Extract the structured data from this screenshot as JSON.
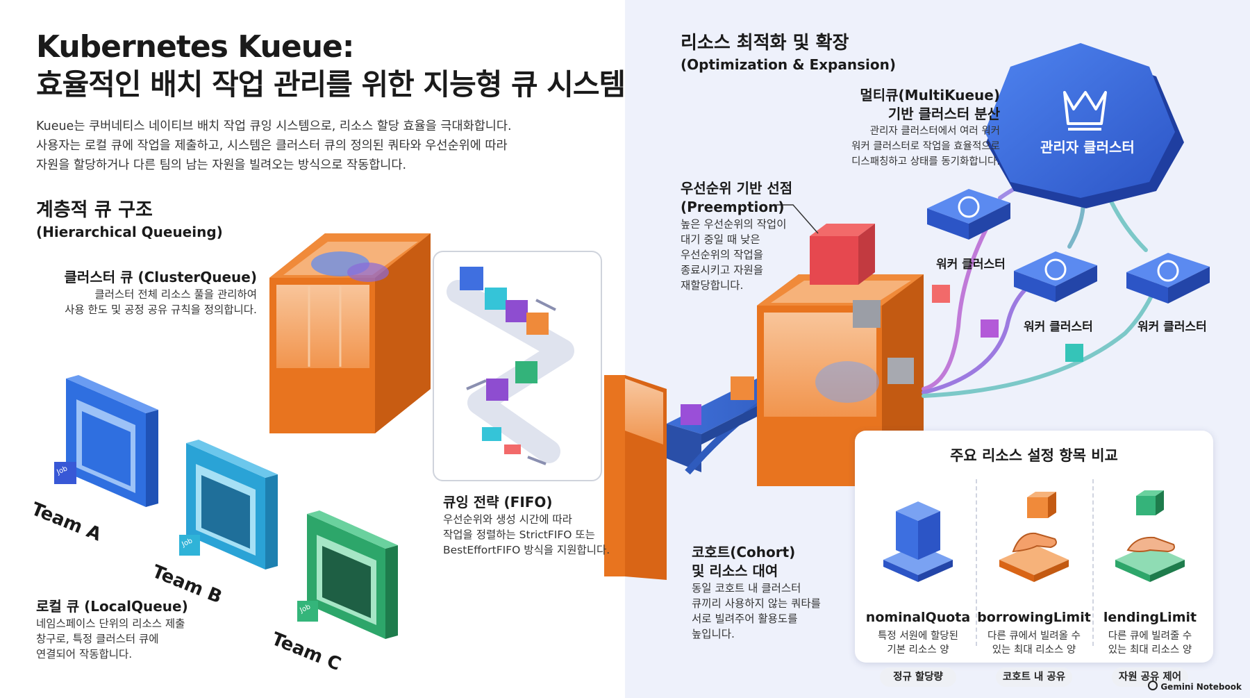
{
  "title": {
    "line1": "Kubernetes Kueue:",
    "line2": "효율적인 배치 작업 관리를 위한 지능형 큐 시스템"
  },
  "intro": {
    "line1": "Kueue는 쿠버네티스 네이티브 배치 작업 큐잉 시스템으로, 리소스 할당 효율을 극대화합니다.",
    "line2": "사용자는 로컬 큐에 작업을 제출하고, 시스템은 클러스터 큐의 정의된 쿼타와 우선순위에 따라",
    "line3": "자원을 할당하거나 다른 팀의 남는 자원을 빌려오는 방식으로 작동합니다."
  },
  "hierarchical": {
    "title": "계층적 큐 구조",
    "subtitle": "(Hierarchical Queueing)"
  },
  "cluster_queue": {
    "title": "클러스터 큐 (ClusterQueue)",
    "line1": "클러스터 전체 리소스 풀을 관리하여",
    "line2": "사용 한도 및 공정 공유 규칙을 정의합니다."
  },
  "teams": {
    "job_label": "Job",
    "a": "Team A",
    "b": "Team B",
    "c": "Team C"
  },
  "local_queue": {
    "title": "로컬 큐 (LocalQueue)",
    "line1": "네임스페이스 단위의 리소스 제출",
    "line2": "창구로, 특정 클러스터 큐에",
    "line3": "연결되어 작동합니다."
  },
  "fifo": {
    "title": "큐잉 전략 (FIFO)",
    "line1": "우선순위와 생성 시간에 따라",
    "line2": "작업을 정렬하는 StrictFIFO 또는",
    "line3": "BestEffortFIFO 방식을 지원합니다."
  },
  "optimization": {
    "title": "리소스 최적화 및 확장",
    "subtitle": "(Optimization & Expansion)"
  },
  "multikueue": {
    "title1": "멀티큐(MultiKueue)",
    "title2": "기반 클러스터 분산",
    "line1": "관리자 클러스터에서 여러 워커",
    "line2": "워커 클러스터로 작업을 효율적으로",
    "line3": "디스패칭하고 상태를 동기화합니다.",
    "manager": "관리자 클러스터",
    "worker": "워커 클러스터"
  },
  "preemption": {
    "title1": "우선순위 기반 선점",
    "title2": "(Preemption)",
    "line1": "높은 우선순위의 작업이",
    "line2": "대기 중일 때 낮은",
    "line3": "우선순위의 작업을",
    "line4": "종료시키고 자원을",
    "line5": "재할당합니다."
  },
  "cohort": {
    "title1": "코호트(Cohort)",
    "title2": "및 리소스 대여",
    "line1": "동일 코호트 내 클러스터",
    "line2": "큐끼리 사용하지 않는 쿼타를",
    "line3": "서로 빌려주어 활용도를",
    "line4": "높입니다."
  },
  "comparison": {
    "title": "주요 리소스 설정 항목 비교",
    "items": [
      {
        "name": "nominalQuota",
        "desc1": "특정 서원에 할당된",
        "desc2": "기본 리소스 양",
        "tag": "정규 할당량"
      },
      {
        "name": "borrowingLimit",
        "desc1": "다른 큐에서 빌려올 수",
        "desc2": "있는 최대 리소스 양",
        "tag": "코호트 내 공유"
      },
      {
        "name": "lendingLimit",
        "desc1": "다른 큐에 빌려줄 수",
        "desc2": "있는 최대 리소스 양",
        "tag": "자원 공유 제어"
      }
    ]
  },
  "footer": {
    "brand": "Gemini Notebook"
  },
  "colors": {
    "orange": "#ee7a2a",
    "blue": "#3d6fe0",
    "cyan": "#35b7dc",
    "green": "#35b37a",
    "red": "#e6484f",
    "purple": "#8e4dd0"
  }
}
